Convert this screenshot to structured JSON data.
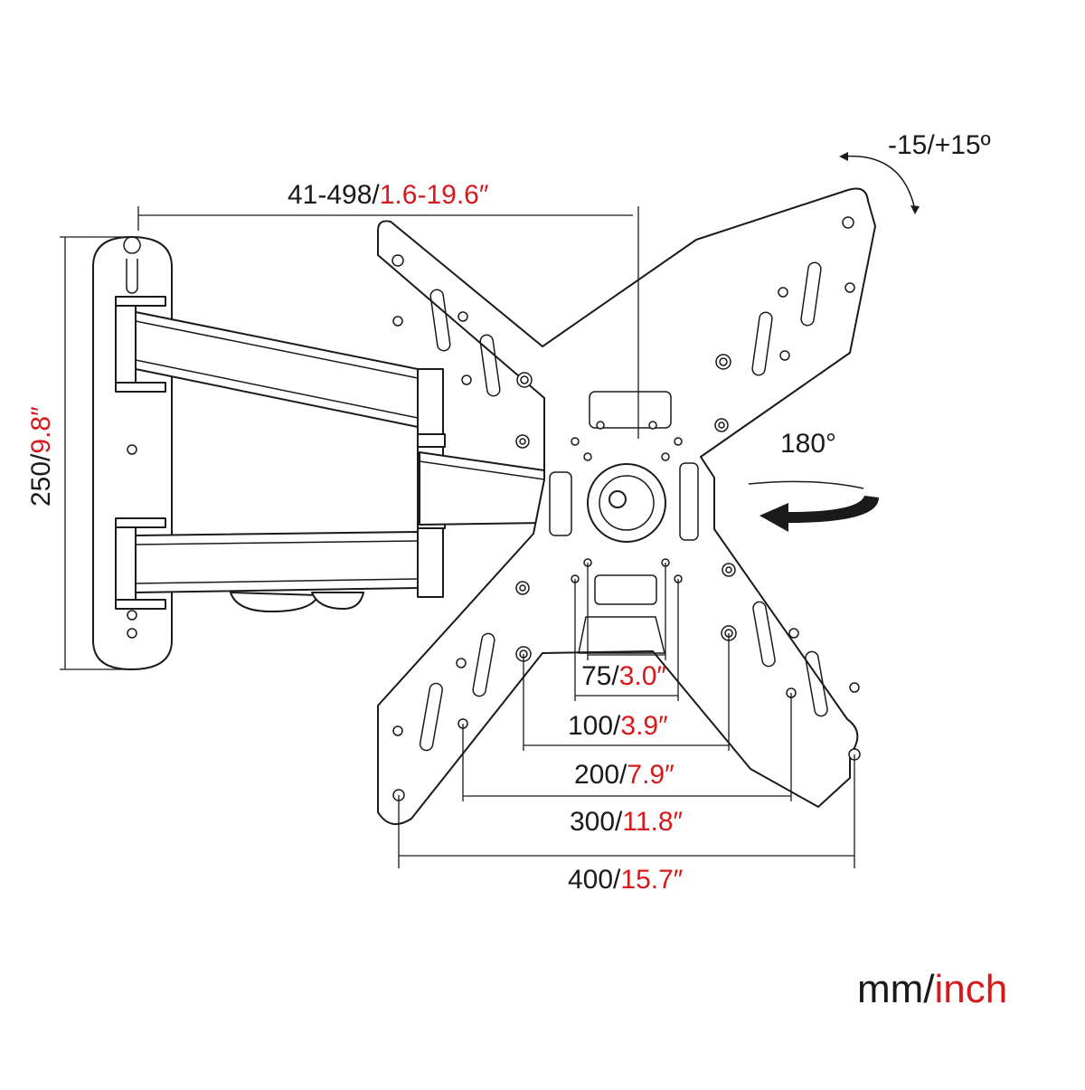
{
  "colors": {
    "ink": "#1a1a1a",
    "accent": "#d7191c"
  },
  "labels": {
    "tilt": "-15/+15º",
    "swivel": "180°",
    "extension": {
      "mm": "41-498/",
      "inch": "1.6-19.6″"
    },
    "height": {
      "mm": "250/",
      "inch": "9.8″"
    },
    "vesa": [
      {
        "mm": "75/",
        "inch": "3.0″"
      },
      {
        "mm": "100/",
        "inch": "3.9″"
      },
      {
        "mm": "200/",
        "inch": "7.9″"
      },
      {
        "mm": "300/",
        "inch": "11.8″"
      },
      {
        "mm": "400/",
        "inch": "15.7″"
      }
    ],
    "units": {
      "mm": "mm/",
      "inch": "inch"
    }
  }
}
